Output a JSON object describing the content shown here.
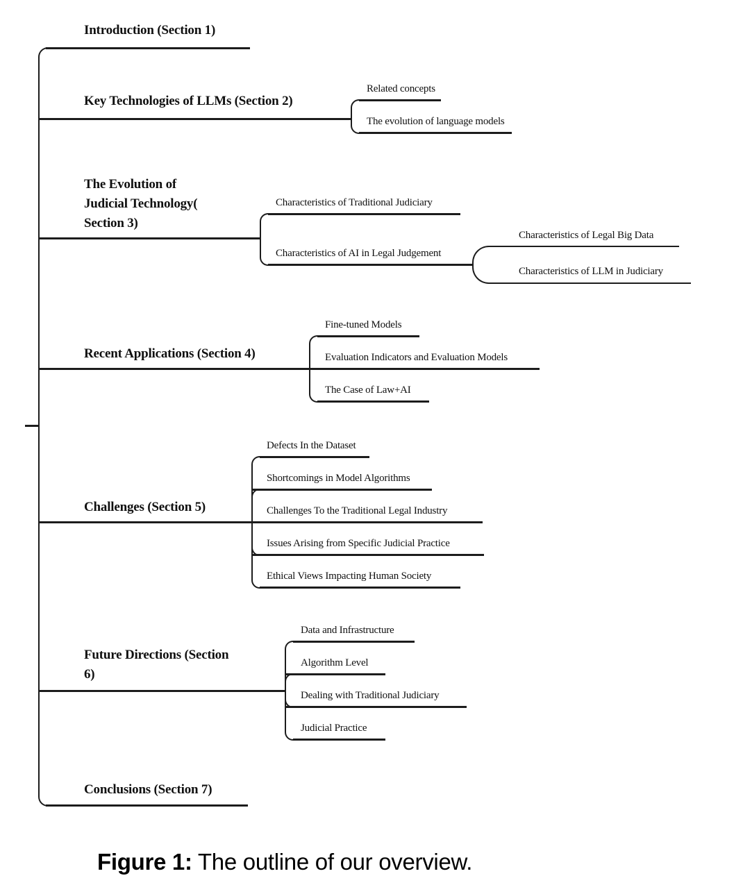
{
  "figure": {
    "caption_label": "Figure 1:",
    "caption_text": " The outline of our overview."
  },
  "style": {
    "line_color": "#1c1c1c",
    "background_color": "#ffffff",
    "text_color": "#101010"
  },
  "tree": {
    "root": "outline",
    "sections": [
      {
        "id": "section-1",
        "lines": [
          "Introduction (Section 1)"
        ],
        "children": []
      },
      {
        "id": "section-2",
        "lines": [
          "Key Technologies of LLMs (Section 2)"
        ],
        "children": [
          {
            "label": "Related concepts"
          },
          {
            "label": "The evolution of language models"
          }
        ]
      },
      {
        "id": "section-3",
        "lines": [
          "The Evolution of",
          "Judicial Technology(",
          "Section 3)"
        ],
        "children": [
          {
            "label": "Characteristics of Traditional Judiciary"
          },
          {
            "label": "Characteristics of AI in Legal Judgement",
            "children": [
              {
                "label": "Characteristics of Legal Big Data"
              },
              {
                "label": "Characteristics of LLM in Judiciary"
              }
            ]
          }
        ]
      },
      {
        "id": "section-4",
        "lines": [
          "Recent Applications (Section 4)"
        ],
        "children": [
          {
            "label": "Fine-tuned Models"
          },
          {
            "label": "Evaluation Indicators and Evaluation Models"
          },
          {
            "label": "The Case of Law+AI"
          }
        ]
      },
      {
        "id": "section-5",
        "lines": [
          "Challenges (Section 5)"
        ],
        "children": [
          {
            "label": "Defects In the Dataset"
          },
          {
            "label": "Shortcomings in Model Algorithms"
          },
          {
            "label": "Challenges To the Traditional Legal Industry"
          },
          {
            "label": "Issues Arising from Specific Judicial Practice"
          },
          {
            "label": "Ethical Views Impacting Human Society"
          }
        ]
      },
      {
        "id": "section-6",
        "lines": [
          "Future Directions (Section",
          "6)"
        ],
        "children": [
          {
            "label": "Data and Infrastructure"
          },
          {
            "label": "Algorithm Level"
          },
          {
            "label": "Dealing with Traditional Judiciary"
          },
          {
            "label": "Judicial Practice"
          }
        ]
      },
      {
        "id": "section-7",
        "lines": [
          "Conclusions (Section 7)"
        ],
        "children": []
      }
    ]
  }
}
